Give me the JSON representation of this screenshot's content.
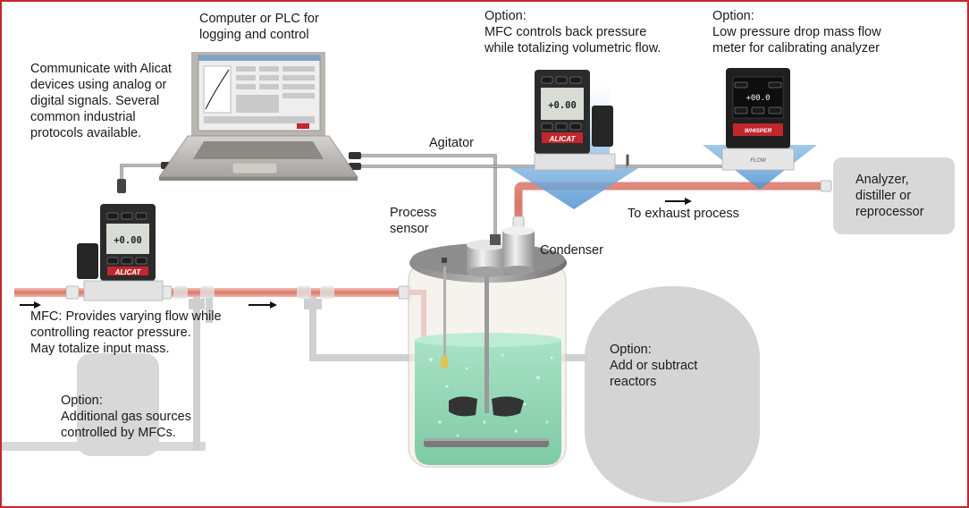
{
  "labels": {
    "computer": "Computer or PLC for\nlogging and control",
    "communicate": "Communicate with Alicat\ndevices using analog or\ndigital signals. Several\ncommon industrial\nprotocols available.",
    "option_back_pressure": "Option:\nMFC controls back pressure\nwhile totalizing volumetric flow.",
    "option_low_pressure": "Option:\nLow pressure drop mass flow\nmeter for calibrating analyzer",
    "agitator": "Agitator",
    "process_sensor": "Process\nsensor",
    "condenser": "Condenser",
    "to_exhaust": "To exhaust process",
    "analyzer": "Analyzer,\ndistiller or\nreprocessor",
    "mfc_main": "MFC: Provides varying flow while\ncontrolling reactor pressure.\nMay totalize input mass.",
    "option_reactors": "Option:\nAdd or subtract\nreactors",
    "option_gas_sources": "Option:\nAdditional gas sources\ncontrolled by MFCs."
  },
  "devices": {
    "mfc_display": "+0.00",
    "mfc_brand": "ALICAT",
    "meter_display": "+00.0",
    "meter_brand": "WHISPER",
    "meter_flow": "FLOW"
  },
  "colors": {
    "frame": "#c1272d",
    "gas_pipe": "#e89a8a",
    "gray_pipe": "#d0d0d0",
    "liquid": "#8fd6b4",
    "flow_arrow": "#5a9bd5"
  }
}
